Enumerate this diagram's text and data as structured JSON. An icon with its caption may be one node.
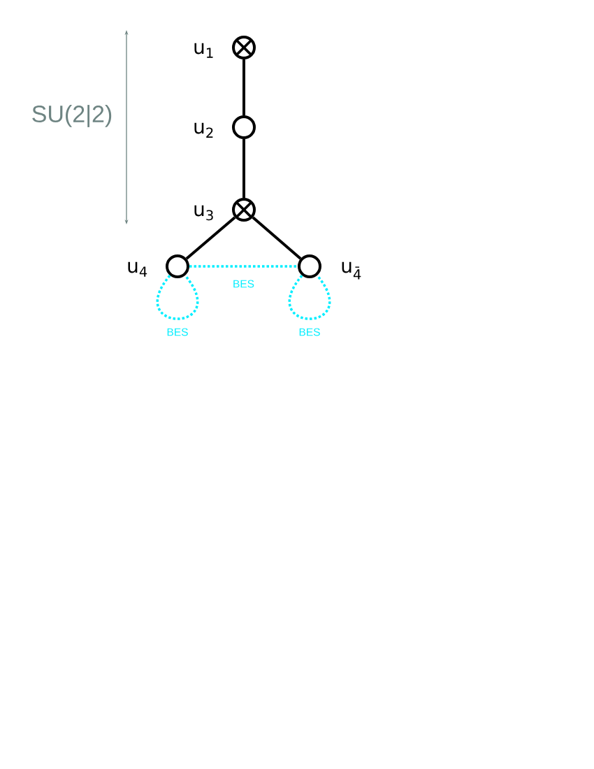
{
  "diagram": {
    "nodes": [
      {
        "text": [],
        "shape": "crossed-circle",
        "beside": [
          "u$_{1}$"
        ]
      },
      {
        "text": [],
        "shape": "circle",
        "beside": [
          "u$_{2}$"
        ]
      },
      {
        "text": [],
        "shape": "crossed-circle",
        "beside": [
          "u$_{3}$"
        ]
      },
      {
        "text": [],
        "shape": "circle",
        "beside": [
          "u$_{4}$"
        ]
      },
      {
        "text": [],
        "shape": "circle",
        "beside": [
          "u$_{4̄}$"
        ]
      }
    ],
    "edges": [
      {
        "from": 0,
        "to": 1,
        "arrow": "none"
      },
      {
        "from": 1,
        "to": 2,
        "arrow": "none"
      },
      {
        "from": 2,
        "to": 3,
        "arrow": "none"
      },
      {
        "from": 2,
        "to": 4,
        "arrow": "none"
      },
      {
        "from": 3,
        "to": 4,
        "arrow": "none",
        "label": "BES",
        "style": "dashed",
        "color": "#00eeff"
      },
      {
        "from": 3,
        "to": 3,
        "arrow": "none",
        "label": "BES",
        "style": "dashed",
        "color": "#00eeff"
      },
      {
        "from": 4,
        "to": 4,
        "arrow": "none",
        "label": "BES",
        "style": "dashed",
        "color": "#00eeff"
      }
    ],
    "labels": [
      "SU(2|2)"
    ]
  }
}
